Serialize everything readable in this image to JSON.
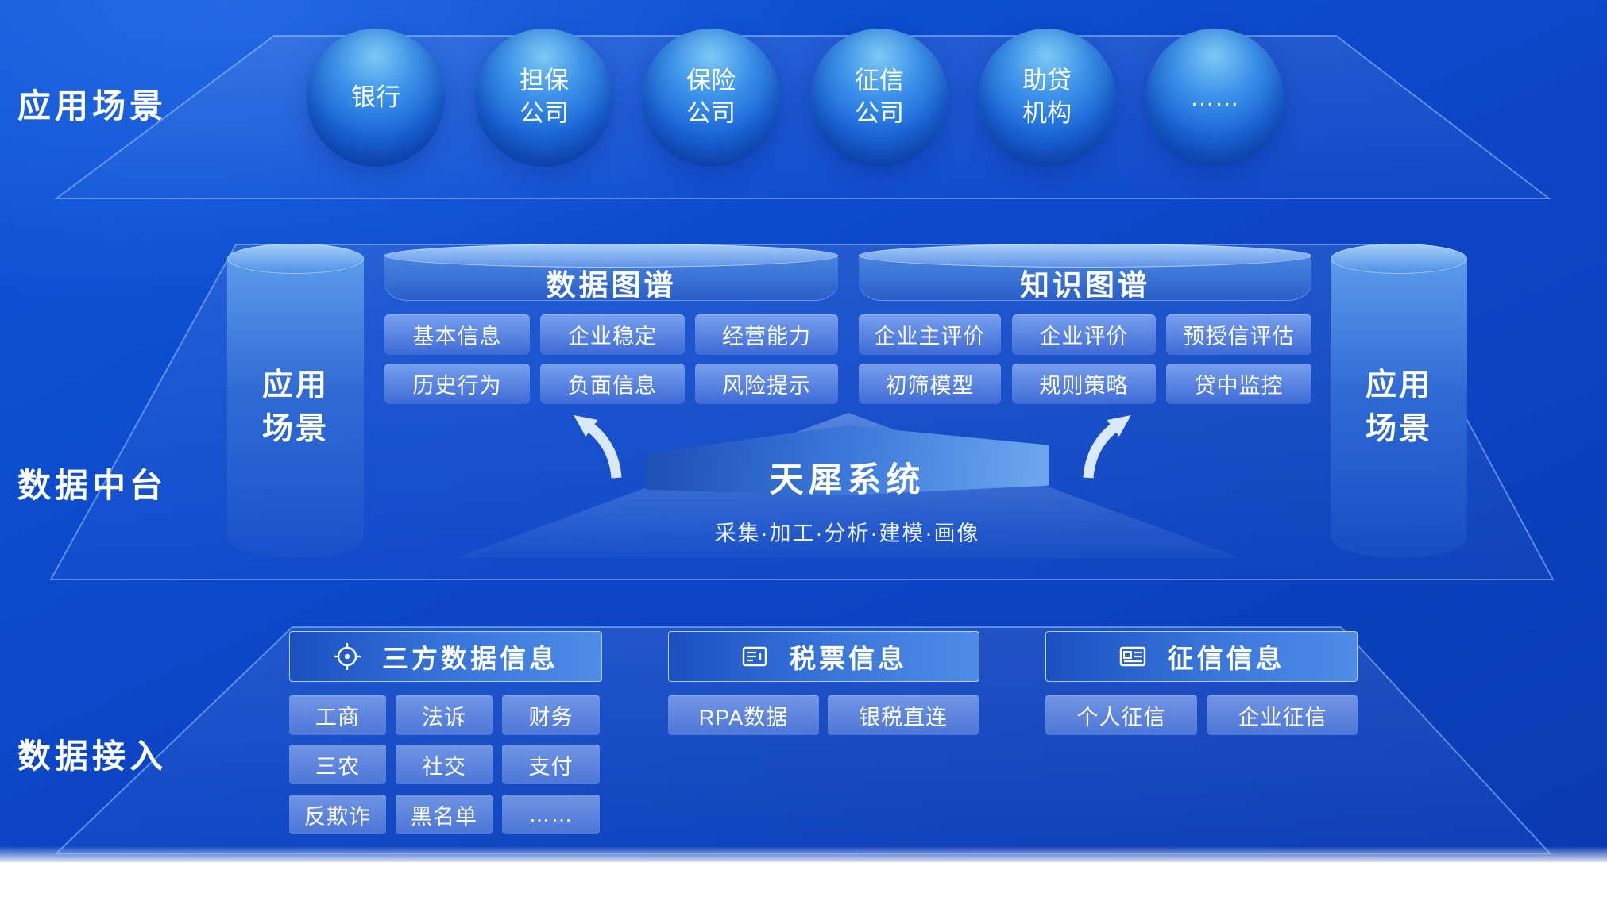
{
  "colors": {
    "background_top": "#0f56da",
    "background_bottom": "#0a3ab2",
    "sphere_highlight": "#7cc8f4",
    "chip_fill": "#4a7fd9",
    "platform_line": "#a9cfff",
    "text": "#ffffff"
  },
  "sections": {
    "application": {
      "label": "应用场景",
      "spheres": [
        "银行",
        "担保\n公司",
        "保险\n公司",
        "征信\n公司",
        "助贷\n机构",
        "……"
      ]
    },
    "middle": {
      "label": "数据中台",
      "left_cylinder": "应用\n场景",
      "right_cylinder": "应用\n场景",
      "data_graph": {
        "title": "数据图谱",
        "chips": [
          "基本信息",
          "企业稳定",
          "经营能力",
          "历史行为",
          "负面信息",
          "风险提示"
        ]
      },
      "knowledge_graph": {
        "title": "知识图谱",
        "chips": [
          "企业主评价",
          "企业评价",
          "预授信评估",
          "初筛模型",
          "规则策略",
          "贷中监控"
        ]
      },
      "system": {
        "title": "天犀系统",
        "subtitle": "采集·加工·分析·建模·画像"
      }
    },
    "access": {
      "label": "数据接入",
      "groups": [
        {
          "title": "三方数据信息",
          "icon": "target-icon",
          "chips": [
            "工商",
            "法诉",
            "财务",
            "三农",
            "社交",
            "支付",
            "反欺诈",
            "黑名单",
            "……"
          ]
        },
        {
          "title": "税票信息",
          "icon": "invoice-icon",
          "chips": [
            "RPA数据",
            "银税直连"
          ]
        },
        {
          "title": "征信信息",
          "icon": "idcard-icon",
          "chips": [
            "个人征信",
            "企业征信"
          ]
        }
      ]
    }
  }
}
